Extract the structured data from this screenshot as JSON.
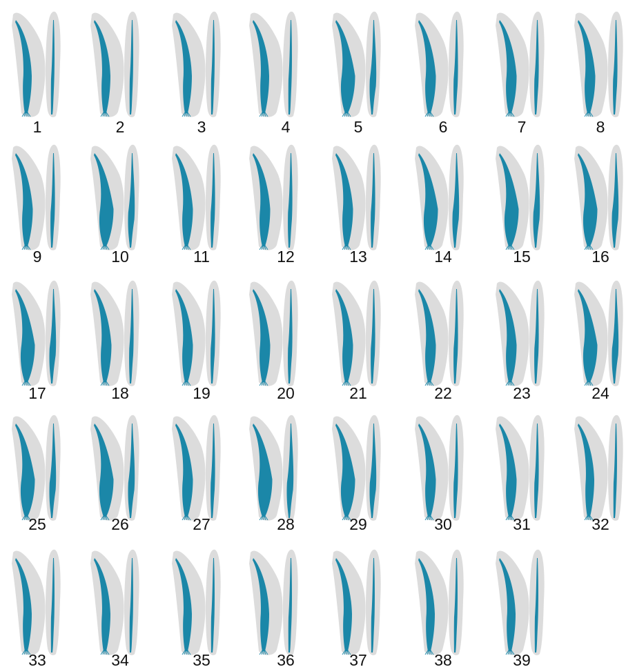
{
  "colors": {
    "background": "#ffffff",
    "tooth": "#dcdcdc",
    "canal": "#1b87a8"
  },
  "specimens": [
    {
      "label": "1",
      "canal": "thin"
    },
    {
      "label": "2",
      "canal": "thin"
    },
    {
      "label": "3",
      "canal": "thin"
    },
    {
      "label": "4",
      "canal": "thin"
    },
    {
      "label": "5",
      "canal": "wide"
    },
    {
      "label": "6",
      "canal": "medium"
    },
    {
      "label": "7",
      "canal": "medium"
    },
    {
      "label": "8",
      "canal": "medium"
    },
    {
      "label": "9",
      "canal": "medium"
    },
    {
      "label": "10",
      "canal": "wide"
    },
    {
      "label": "11",
      "canal": "medium"
    },
    {
      "label": "12",
      "canal": "medium"
    },
    {
      "label": "13",
      "canal": "medium"
    },
    {
      "label": "14",
      "canal": "wide"
    },
    {
      "label": "15",
      "canal": "wide"
    },
    {
      "label": "16",
      "canal": "wide"
    },
    {
      "label": "17",
      "canal": "wide"
    },
    {
      "label": "18",
      "canal": "medium"
    },
    {
      "label": "19",
      "canal": "medium"
    },
    {
      "label": "20",
      "canal": "medium"
    },
    {
      "label": "21",
      "canal": "medium"
    },
    {
      "label": "22",
      "canal": "medium"
    },
    {
      "label": "23",
      "canal": "medium"
    },
    {
      "label": "24",
      "canal": "wide"
    },
    {
      "label": "25",
      "canal": "wide"
    },
    {
      "label": "26",
      "canal": "wide"
    },
    {
      "label": "27",
      "canal": "medium"
    },
    {
      "label": "28",
      "canal": "wide"
    },
    {
      "label": "29",
      "canal": "wide"
    },
    {
      "label": "30",
      "canal": "medium"
    },
    {
      "label": "31",
      "canal": "medium"
    },
    {
      "label": "32",
      "canal": "thin"
    },
    {
      "label": "33",
      "canal": "thin"
    },
    {
      "label": "34",
      "canal": "thin"
    },
    {
      "label": "35",
      "canal": "thin"
    },
    {
      "label": "36",
      "canal": "thin"
    },
    {
      "label": "37",
      "canal": "thin"
    },
    {
      "label": "38",
      "canal": "thin"
    },
    {
      "label": "39",
      "canal": "thin"
    }
  ]
}
